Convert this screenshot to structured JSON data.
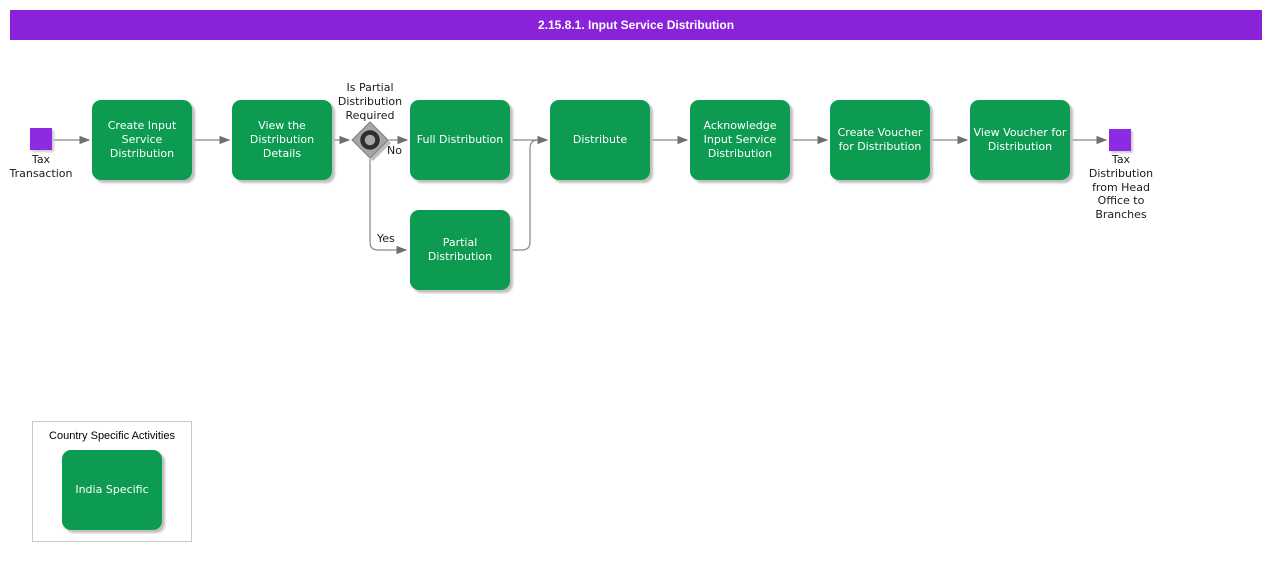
{
  "header": {
    "title": "2.15.8.1. Input Service Distribution"
  },
  "flow": {
    "start": {
      "label": "Tax Transaction"
    },
    "tasks": [
      {
        "label": "Create Input Service Distribution"
      },
      {
        "label": "View the Distribution Details"
      },
      {
        "label": "Full Distribution"
      },
      {
        "label": "Partial Distribution"
      },
      {
        "label": "Distribute"
      },
      {
        "label": "Acknowledge Input Service Distribution"
      },
      {
        "label": "Create Voucher for Distribution"
      },
      {
        "label": "View Voucher for Distribution"
      }
    ],
    "gateway": {
      "label": "Is Partial Distribution Required",
      "no_label": "No",
      "yes_label": "Yes"
    },
    "end": {
      "label": "Tax Distribution from Head Office to Branches"
    }
  },
  "legend": {
    "title": "Country Specific Activities",
    "items": [
      {
        "label": "India Specific"
      }
    ]
  },
  "colors": {
    "title_bar": "#8a22da",
    "task_green": "#0c9b51",
    "event_purple": "#8c2be2",
    "gateway_gray": "#a6a6a6",
    "connector_gray": "#808080"
  }
}
